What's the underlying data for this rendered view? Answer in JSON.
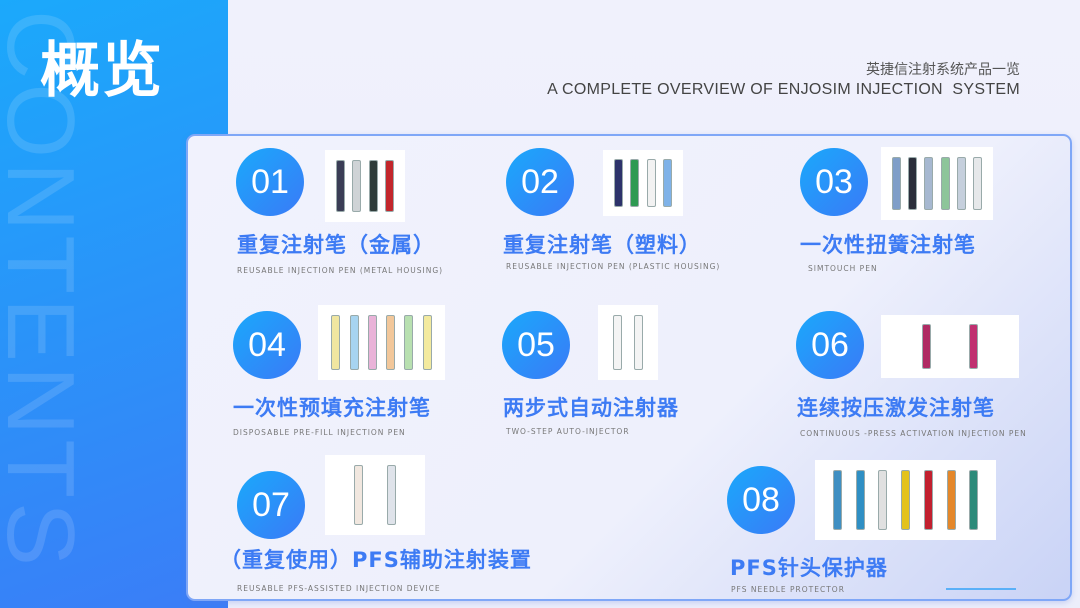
{
  "watermark": "CONTENTS",
  "title": "概览",
  "header": {
    "cn": "英捷信注射系统产品一览",
    "en": "A COMPLETE OVERVIEW OF ENJOSIM INJECTION  SYSTEM"
  },
  "products": [
    {
      "num": "01",
      "title": "重复注射笔（金属）",
      "subtitle": "REUSABLE INJECTION PEN (METAL HOUSING)",
      "pen_colors": [
        "#3a3d55",
        "#cfd3d6",
        "#2f3c3a",
        "#c2262b"
      ]
    },
    {
      "num": "02",
      "title": "重复注射笔（塑料）",
      "subtitle": "REUSABLE INJECTION PEN (PLASTIC HOUSING)",
      "pen_colors": [
        "#2d336b",
        "#2e9a52",
        "#f2f2f2",
        "#7fb2e8"
      ]
    },
    {
      "num": "03",
      "title": "一次性扭簧注射笔",
      "subtitle": "SIMTOUCH PEN",
      "pen_colors": [
        "#7f9ec8",
        "#2a2e3a",
        "#a6b8d0",
        "#8dc59a",
        "#c5cfdc",
        "#e6e8ea"
      ]
    },
    {
      "num": "04",
      "title": "一次性预填充注射笔",
      "subtitle": "DISPOSABLE PRE-FILL INJECTION PEN",
      "pen_colors": [
        "#f0e6a0",
        "#a7d4f0",
        "#e9b3d8",
        "#f2c79a",
        "#b8e0b0",
        "#f3ea9e"
      ]
    },
    {
      "num": "05",
      "title": "两步式自动注射器",
      "subtitle": "TWO-STEP AUTO-INJECTOR",
      "pen_colors": [
        "#f4f4f4",
        "#f4f4f4"
      ]
    },
    {
      "num": "06",
      "title": "连续按压激发注射笔",
      "subtitle": "CONTINUOUS -PRESS ACTIVATION INJECTION PEN",
      "pen_colors": [
        "#b02a63",
        "#c03070"
      ]
    },
    {
      "num": "07",
      "title": "（重复使用）PFS辅助注射装置",
      "subtitle": "REUSABLE PFS-ASSISTED INJECTION DEVICE",
      "pen_colors": [
        "#f1e7df",
        "#dfe3ea"
      ]
    },
    {
      "num": "08",
      "title": "PFS针头保护器",
      "subtitle": "PFS NEEDLE PROTECTOR",
      "pen_colors": [
        "#3f8fc2",
        "#2f8fc4",
        "#e0e0e0",
        "#e3c21d",
        "#c2202f",
        "#e4872a",
        "#2d8a7a"
      ]
    }
  ]
}
